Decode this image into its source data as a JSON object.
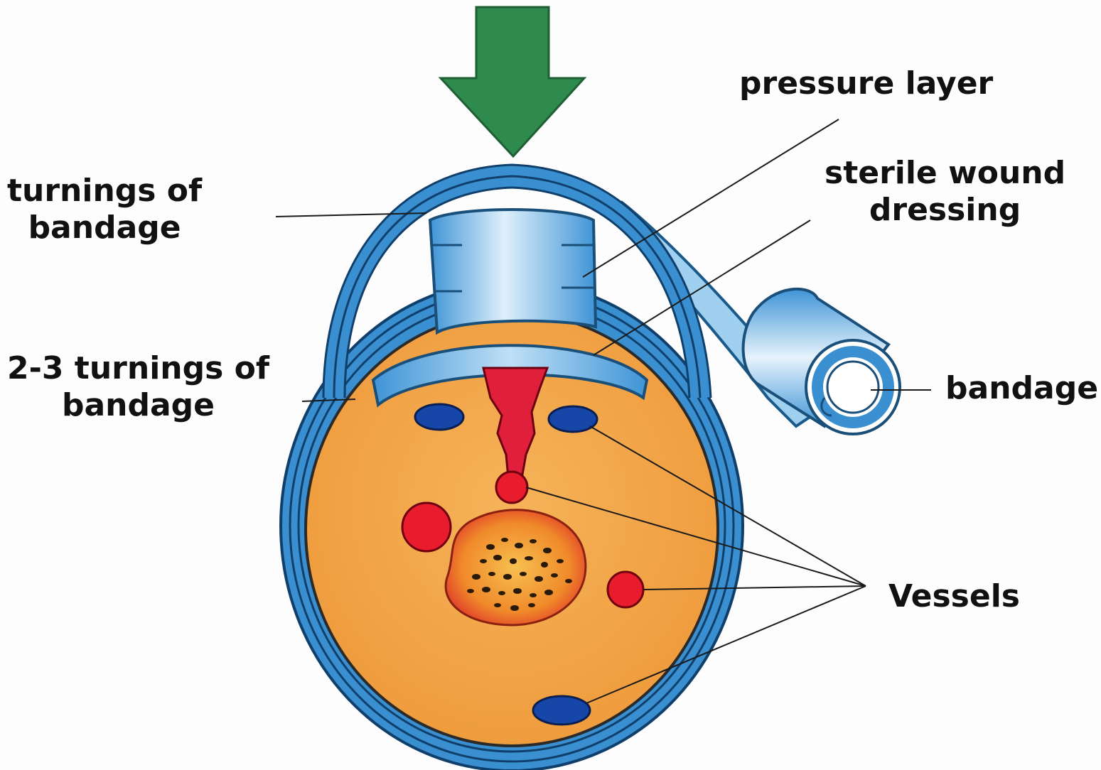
{
  "labels": {
    "pressure_layer": "pressure layer",
    "sterile_wound_dressing": [
      "sterile wound",
      "dressing"
    ],
    "turnings_of_bandage": [
      "turnings of",
      "bandage"
    ],
    "two_three_turnings": [
      "2-3 turnings of",
      "bandage"
    ],
    "bandage": "bandage",
    "vessels": "Vessels"
  },
  "colors": {
    "arrow": "#2f8a4e",
    "bandage_blue": "#3a8fd0",
    "dressing_blue": "#4aa3e0",
    "limb_orange": "#f2a445",
    "wound_red": "#e0203a",
    "vessel_red": "#e81c2c",
    "vessel_dark_blue": "#1546a8"
  },
  "icons": {
    "pressure_arrow": "down-arrow-icon"
  }
}
